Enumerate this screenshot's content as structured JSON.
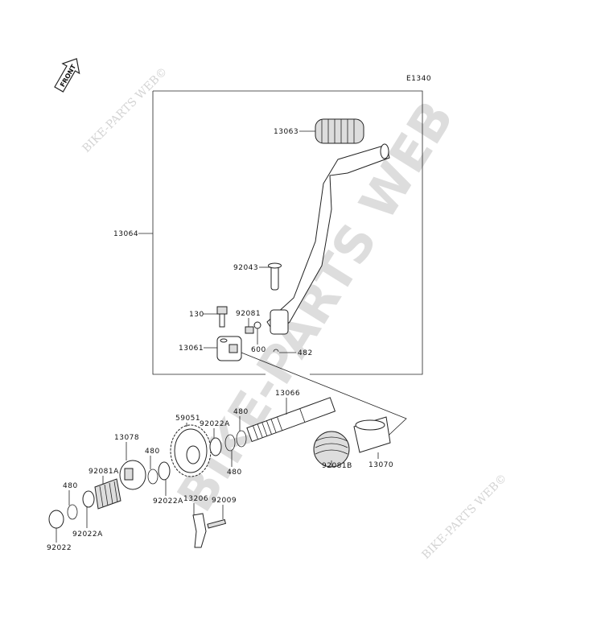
{
  "diagram_code": "E1340",
  "front_badge": "FRONT",
  "watermark": "BIKE-PARTS WEB",
  "watermark_small": "BIKE-PARTS WEB©",
  "labels": [
    "13063",
    "13064",
    "92043",
    "130",
    "92081",
    "600",
    "482",
    "13061",
    "13066",
    "59051",
    "92022A",
    "480",
    "480",
    "13078",
    "480",
    "92081A",
    "480",
    "92022A",
    "13206",
    "92009",
    "92022A",
    "92022",
    "92081B",
    "13070"
  ]
}
